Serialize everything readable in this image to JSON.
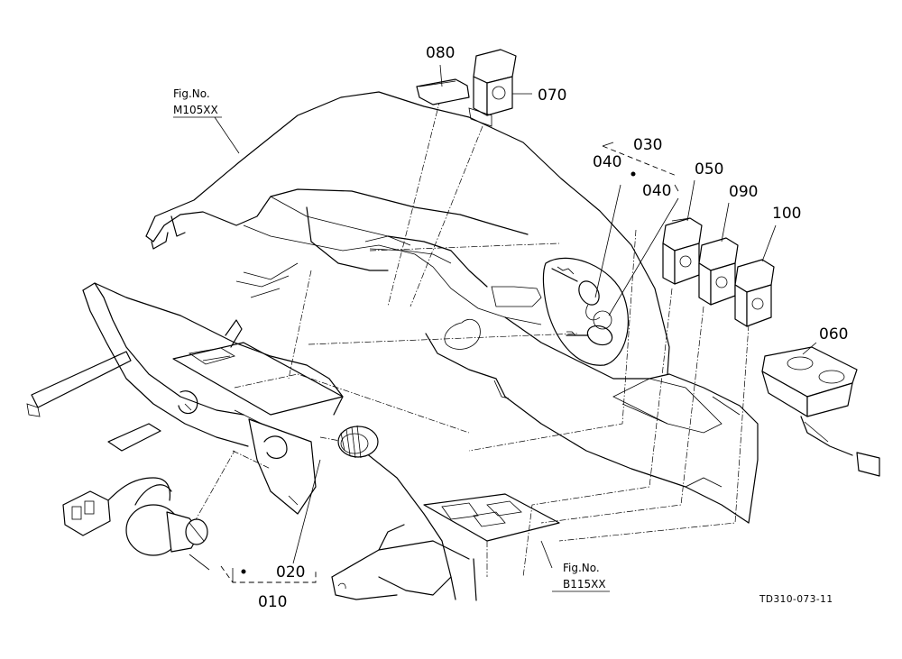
{
  "drawing_code": "TD310-073-11",
  "references": [
    {
      "fig": "Fig.No.",
      "code": "M105XX"
    },
    {
      "fig": "Fig.No.",
      "code": "B115XX"
    }
  ],
  "parts": [
    {
      "id": "p080",
      "label": "080"
    },
    {
      "id": "p070",
      "label": "070"
    },
    {
      "id": "p030",
      "label": "030"
    },
    {
      "id": "p040a",
      "label": "040"
    },
    {
      "id": "p040b",
      "label": "040"
    },
    {
      "id": "p050",
      "label": "050"
    },
    {
      "id": "p090",
      "label": "090"
    },
    {
      "id": "p100",
      "label": "100"
    },
    {
      "id": "p060",
      "label": "060"
    },
    {
      "id": "p020",
      "label": "020"
    },
    {
      "id": "p010",
      "label": "010"
    }
  ]
}
